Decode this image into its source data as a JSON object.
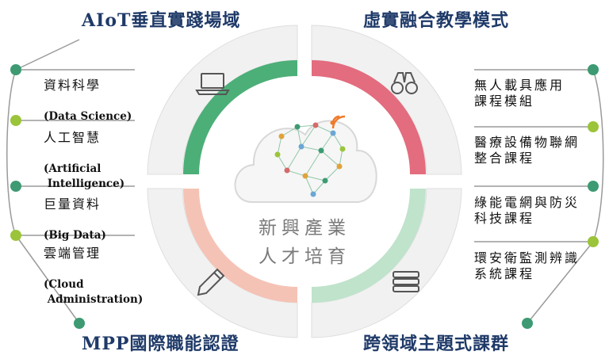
{
  "quadrants": {
    "top_left": {
      "title": "AIoT垂直實踐場域",
      "icon": "laptop-icon",
      "color": "#4caf78"
    },
    "top_right": {
      "title": "虛實融合教學模式",
      "icon": "binoculars-icon",
      "color": "#e06a7a"
    },
    "bottom_left": {
      "title": "MPP國際職能認證",
      "icon": "pencil-icon",
      "color": "#f2b5a8"
    },
    "bottom_right": {
      "title": "跨領域主題式課群",
      "icon": "books-icon",
      "color": "#b8e0c4"
    }
  },
  "center": {
    "line1": "新興產業",
    "line2": "人才培育",
    "icon": "ai-brain-cloud-icon"
  },
  "left_items": [
    {
      "zh": "資料科學",
      "en": "(Data Science)",
      "dot": "#3d9a73"
    },
    {
      "zh": "人工智慧",
      "en": "(Artificial\n Intelligence)",
      "dot": "#9bc43a"
    },
    {
      "zh": "巨量資料",
      "en": "(Big Data)",
      "dot": "#3d9a73"
    },
    {
      "zh": "雲端管理",
      "en": "(Cloud\n Administration)",
      "dot": "#9bc43a"
    }
  ],
  "right_items": [
    {
      "text": "無人載具應用\n課程模組",
      "dot": "#3d9a73"
    },
    {
      "text": "醫療設備物聯網\n整合課程",
      "dot": "#9bc43a"
    },
    {
      "text": "綠能電網與防災\n科技課程",
      "dot": "#3d9a73"
    },
    {
      "text": "環安衛監測辨識\n系統課程",
      "dot": "#9bc43a"
    }
  ]
}
